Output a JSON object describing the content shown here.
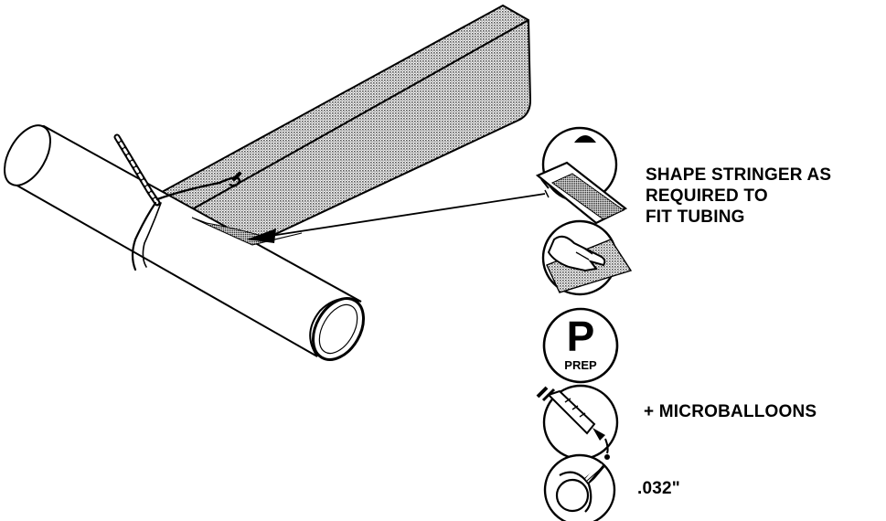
{
  "figure": {
    "parts": {
      "tube": "tubing",
      "stringer": "stringer",
      "wire": "twisted safety wire"
    },
    "icons": [
      {
        "name": "sanding-block-icon"
      },
      {
        "name": "hand-rubbing-icon"
      },
      {
        "name": "prep-icon",
        "letter": "P",
        "text": "PREP"
      },
      {
        "name": "syringe-icon"
      },
      {
        "name": "wire-coil-icon"
      }
    ]
  },
  "labels": {
    "shape_lines": [
      "SHAPE STRINGER AS",
      "REQUIRED TO",
      "FIT TUBING"
    ],
    "microballoons": "+ MICROBALLOONS",
    "wire_gauge": ".032\""
  },
  "colors": {
    "ink": "#000000",
    "stipple": "#9a9a9a",
    "paper": "#ffffff"
  }
}
